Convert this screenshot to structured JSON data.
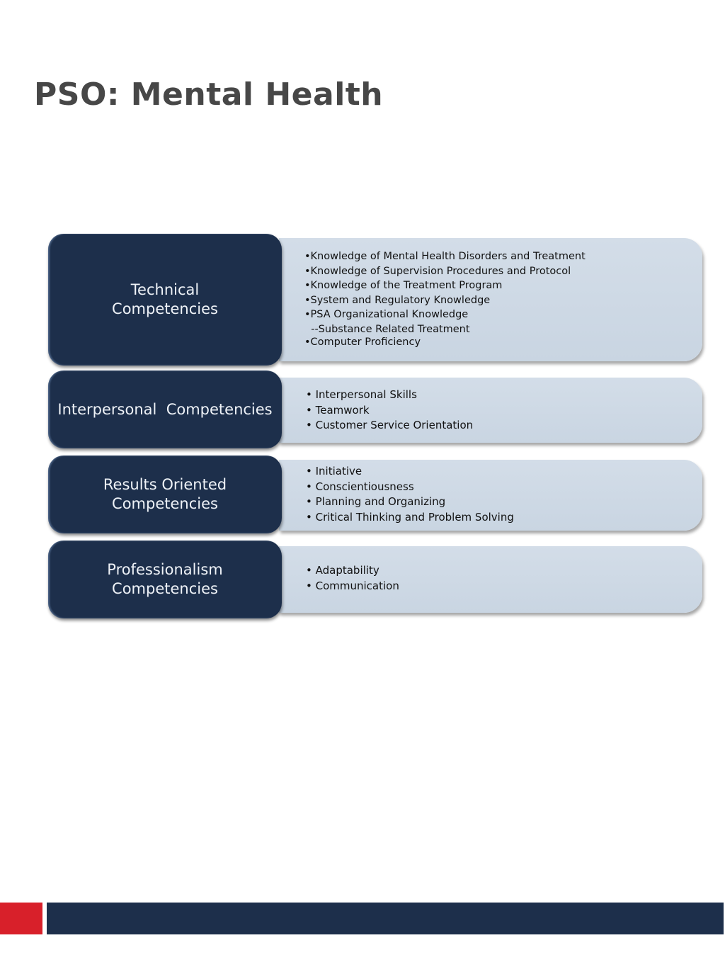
{
  "title": "PSO: Mental Health",
  "colors": {
    "title": "#474747",
    "box_dark": "#1d2f4b",
    "panel_light": "#cdd8e4",
    "accent_red": "#d8202a",
    "footer_navy": "#1d2f4b"
  },
  "competencies": [
    {
      "label_lines": [
        "Technical",
        "Competencies"
      ],
      "items": [
        "•Knowledge of Mental Health Disorders and Treatment",
        "•Knowledge of Supervision Procedures and Protocol",
        "•Knowledge of the Treatment Program",
        "•System and Regulatory Knowledge",
        "•PSA Organizational Knowledge",
        "  --Substance Related Treatment",
        "•Computer Proficiency"
      ]
    },
    {
      "label_lines": [
        "Interpersonal  Competencies"
      ],
      "items": [
        "• Interpersonal Skills",
        "• Teamwork",
        "• Customer Service Orientation"
      ]
    },
    {
      "label_lines": [
        "Results Oriented",
        "Competencies"
      ],
      "items": [
        "• Initiative",
        "• Conscientiousness",
        "• Planning and Organizing",
        "• Critical Thinking and Problem Solving"
      ]
    },
    {
      "label_lines": [
        "Professionalism",
        "Competencies"
      ],
      "items": [
        "• Adaptability",
        "• Communication"
      ]
    }
  ]
}
